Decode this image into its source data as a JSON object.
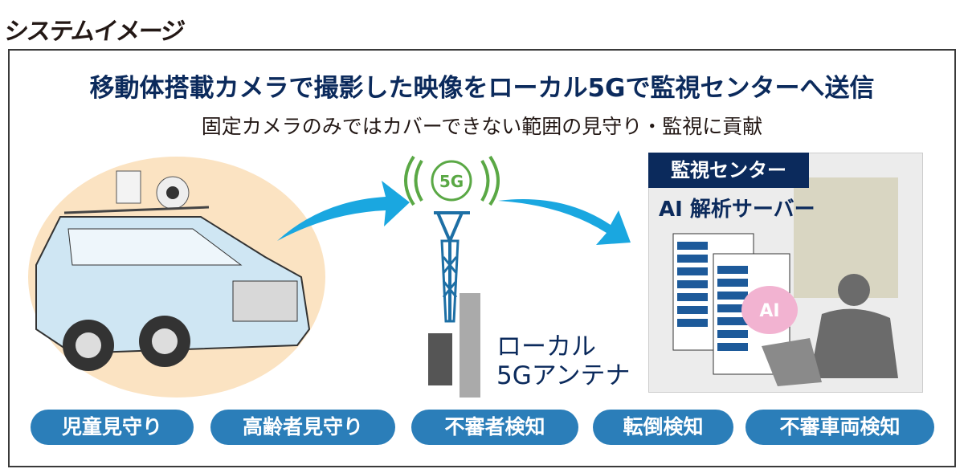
{
  "title": "システムイメージ",
  "headline": "移動体搭載カメラで撮影した映像をローカル5Gで監視センターへ送信",
  "subtitle": "固定カメラのみではカバーできない範囲の見守り・監視に貢献",
  "signal_label": "5G",
  "antenna_label": [
    "ローカル",
    "5Gアンテナ"
  ],
  "center": {
    "header": "監視センター",
    "server": "AI 解析サーバー",
    "brain_label": "AI"
  },
  "use_cases": [
    "児童見守り",
    "高齢者見守り",
    "不審者検知",
    "転倒検知",
    "不審車両検知"
  ],
  "colors": {
    "navy": "#0b2a5c",
    "pill": "#2b7eb9",
    "arrow": "#1aa7e0",
    "signal": "#5aa845"
  }
}
